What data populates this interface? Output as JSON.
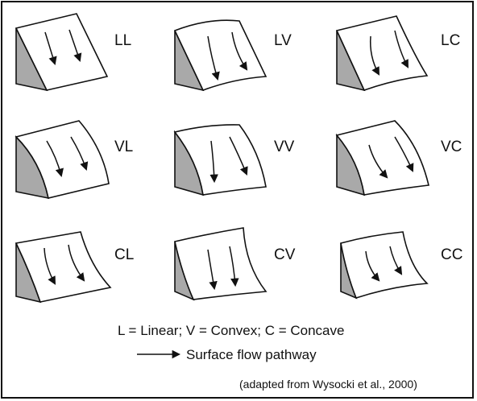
{
  "diagram": {
    "panels": [
      {
        "code": "LL"
      },
      {
        "code": "LV"
      },
      {
        "code": "LC"
      },
      {
        "code": "VL"
      },
      {
        "code": "VV"
      },
      {
        "code": "VC"
      },
      {
        "code": "CL"
      },
      {
        "code": "CV"
      },
      {
        "code": "CC"
      }
    ],
    "legend": {
      "key_text": "L = Linear; V = Convex; C = Concave",
      "arrow_text": "Surface flow pathway"
    },
    "credit": "(adapted from Wysocki et al., 2000)",
    "colors": {
      "side_face": "#a9a9a9",
      "stroke": "#111111",
      "top_face": "#ffffff"
    }
  }
}
